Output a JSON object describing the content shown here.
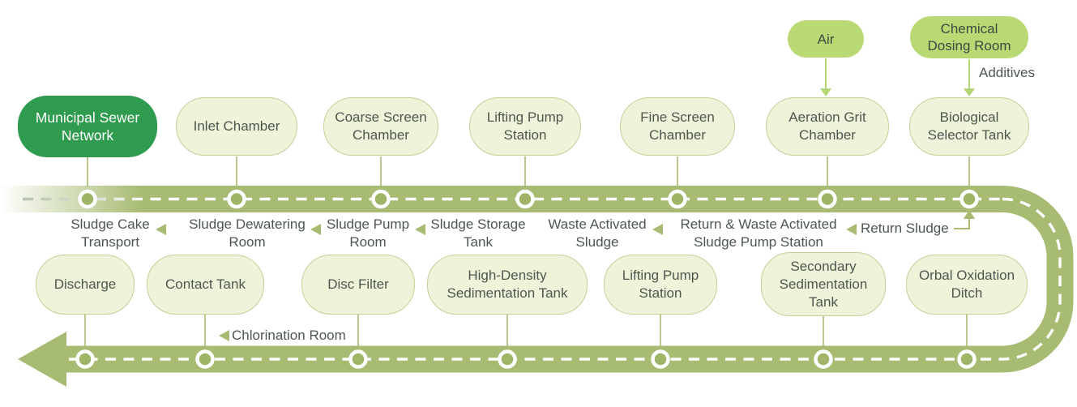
{
  "colors": {
    "band_olive": "#a7bb72",
    "circle_inner": "#a0b467",
    "node_fill": "#eff3da",
    "node_border": "#c1d297",
    "dark_node_green": "#2f9b4e",
    "input_bubble_green": "#b8d973",
    "light_arrow_green": "#b3d677",
    "text": "#4d574f",
    "dash_white": "#ffffff"
  },
  "top_row": [
    {
      "label": "Municipal Sewer Network"
    },
    {
      "label": "Inlet Chamber"
    },
    {
      "label": "Coarse Screen Chamber"
    },
    {
      "label": "Lifting Pump Station"
    },
    {
      "label": "Fine Screen Chamber"
    },
    {
      "label": "Aeration Grit Chamber"
    },
    {
      "label": "Biological Selector Tank"
    }
  ],
  "bottom_row": [
    {
      "label": "Discharge"
    },
    {
      "label": "Contact Tank"
    },
    {
      "label": "Disc Filter"
    },
    {
      "label": "High-Density Sedimentation Tank"
    },
    {
      "label": "Lifting Pump Station"
    },
    {
      "label": "Secondary Sedimentation Tank"
    },
    {
      "label": "Orbal Oxidation Ditch"
    }
  ],
  "input_bubbles": [
    {
      "label": "Air"
    },
    {
      "label": "Chemical Dosing Room"
    }
  ],
  "annotations": {
    "additives": "Additives",
    "chlorination": "Chlorination Room"
  },
  "mid_labels": [
    {
      "text": "Sludge Cake Transport",
      "arrow_before": false
    },
    {
      "text": "Sludge Dewatering Room",
      "arrow_before": true
    },
    {
      "text": "Sludge Pump Room",
      "arrow_before": true
    },
    {
      "text": "Sludge Storage Tank",
      "arrow_before": true
    },
    {
      "text": "Waste Activated Sludge",
      "arrow_before": false
    },
    {
      "text": "Return & Waste Activated Sludge Pump Station",
      "arrow_before": true
    },
    {
      "text": "Return Sludge",
      "arrow_before": true
    }
  ]
}
